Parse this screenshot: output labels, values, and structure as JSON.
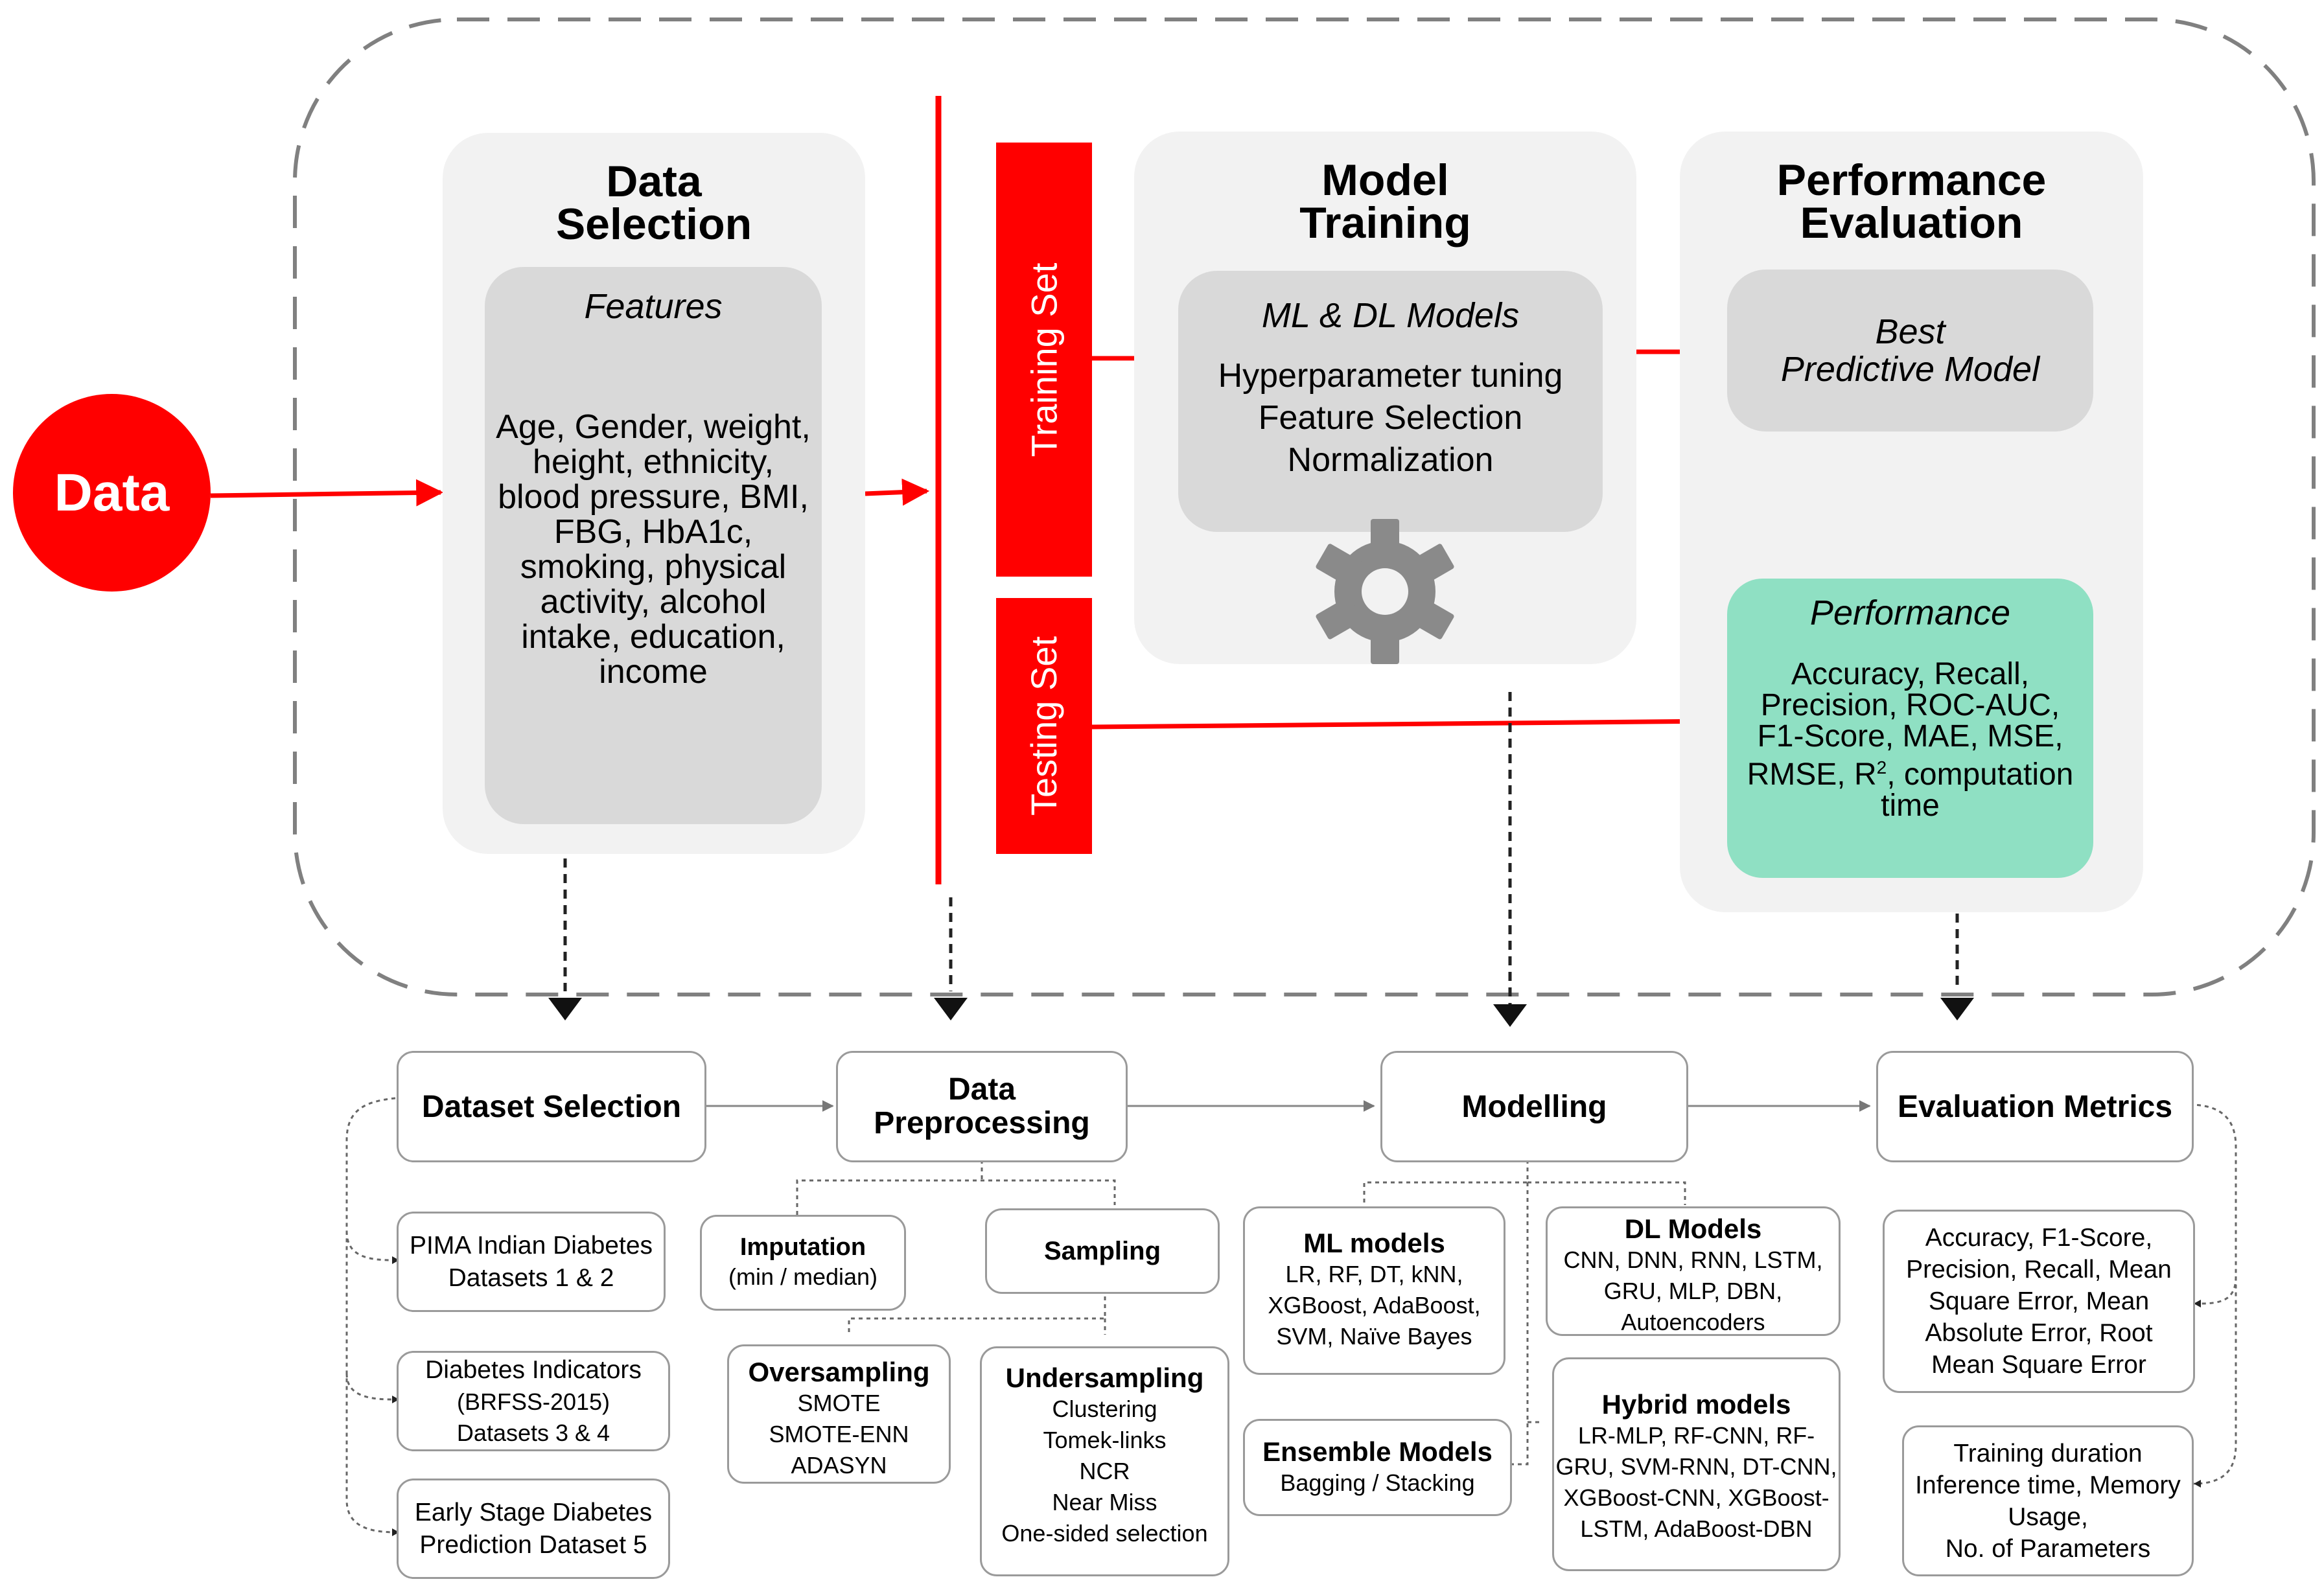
{
  "data_circle": {
    "label": "Data"
  },
  "data_selection": {
    "title": "Data\nSelection",
    "features_label": "Features",
    "features_text": "Age, Gender, weight,\nheight, ethnicity,\nblood pressure, BMI,\nFBG, HbA1c,\nsmoking, physical\nactivity, alcohol\nintake, education,\nincome"
  },
  "split": {
    "training": "Training Set",
    "testing": "Testing Set"
  },
  "model_training": {
    "title": "Model\nTraining",
    "subtitle": "ML & DL Models",
    "items": "Hyperparameter tuning\nFeature Selection\nNormalization",
    "icon": "gear-icon"
  },
  "performance_evaluation": {
    "title": "Performance\nEvaluation",
    "best": "Best\nPredictive Model",
    "performance_label": "Performance",
    "metrics_pre": "Accuracy, Recall,\nPrecision, ROC-AUC,\nF1-Score, MAE, MSE,\nRMSE, R",
    "metrics_sup": "2",
    "metrics_post": ", computation\ntime"
  },
  "stages": {
    "dataset_selection": "Dataset Selection",
    "preprocessing": "Data\nPreprocessing",
    "modelling": "Modelling",
    "evaluation": "Evaluation Metrics"
  },
  "datasets": {
    "pima": "PIMA Indian Diabetes\nDatasets 1 & 2",
    "indicators_title": "Diabetes Indicators",
    "indicators_sub": "(BRFSS-2015)\nDatasets 3 & 4",
    "early": "Early Stage Diabetes\nPrediction Dataset 5"
  },
  "preprocessing": {
    "imputation_title": "Imputation",
    "imputation_sub": "(min / median)",
    "sampling_title": "Sampling",
    "oversampling_title": "Oversampling",
    "oversampling_items": "SMOTE\nSMOTE-ENN\nADASYN",
    "undersampling_title": "Undersampling",
    "undersampling_items": "Clustering\nTomek-links\nNCR\nNear Miss\nOne-sided selection"
  },
  "modelling": {
    "ml_title": "ML models",
    "ml_items": "LR, RF, DT, kNN,\nXGBoost, AdaBoost,\nSVM, Naïve Bayes",
    "dl_title": "DL Models",
    "dl_items": "CNN, DNN, RNN, LSTM,\nGRU,  MLP, DBN,\nAutoencoders",
    "ensemble_title": "Ensemble Models",
    "ensemble_items": "Bagging / Stacking",
    "hybrid_title": "Hybrid models",
    "hybrid_items": "LR-MLP, RF-CNN, RF-\nGRU, SVM-RNN, DT-CNN,\nXGBoost-CNN, XGBoost-\nLSTM, AdaBoost-DBN"
  },
  "evaluation": {
    "metrics": "Accuracy, F1-Score,\nPrecision, Recall, Mean\nSquare Error, Mean\nAbsolute Error, Root\nMean Square Error",
    "efficiency": "Training duration\nInference time, Memory\nUsage,\nNo. of Parameters"
  },
  "colors": {
    "red": "#ff0000",
    "panel": "#f2f2f2",
    "grey_box": "#d9d9d9",
    "green_box": "#8fe0c3"
  }
}
